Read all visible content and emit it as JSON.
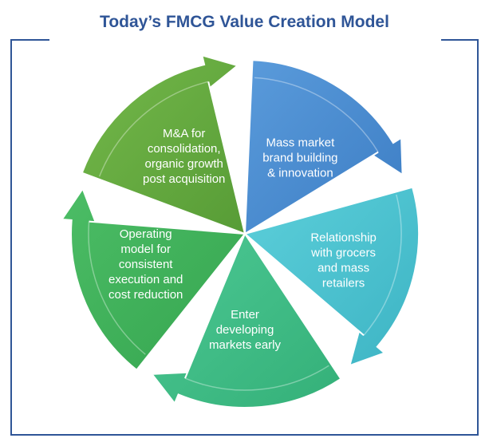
{
  "title": "Today’s FMCG Value Creation Model",
  "colors": {
    "title": "#2F5597",
    "frame": "#2F5597",
    "brand": "#4A8FD4",
    "relationship": "#4FC3CF",
    "developing": "#3EBE87",
    "operating": "#3FB25A",
    "ma": "#5FA83F"
  },
  "segments": [
    {
      "id": "brand",
      "lines": [
        "Mass market",
        "brand building",
        "& innovation"
      ]
    },
    {
      "id": "relationship",
      "lines": [
        "Relationship",
        "with grocers",
        "and mass",
        "retailers"
      ]
    },
    {
      "id": "developing",
      "lines": [
        "Enter",
        "developing",
        "markets early"
      ]
    },
    {
      "id": "operating",
      "lines": [
        "Operating",
        "model for",
        "consistent",
        "execution and",
        "cost reduction"
      ]
    },
    {
      "id": "ma",
      "lines": [
        "M&A for",
        "consolidation,",
        "organic growth",
        "post acquisition"
      ]
    }
  ]
}
